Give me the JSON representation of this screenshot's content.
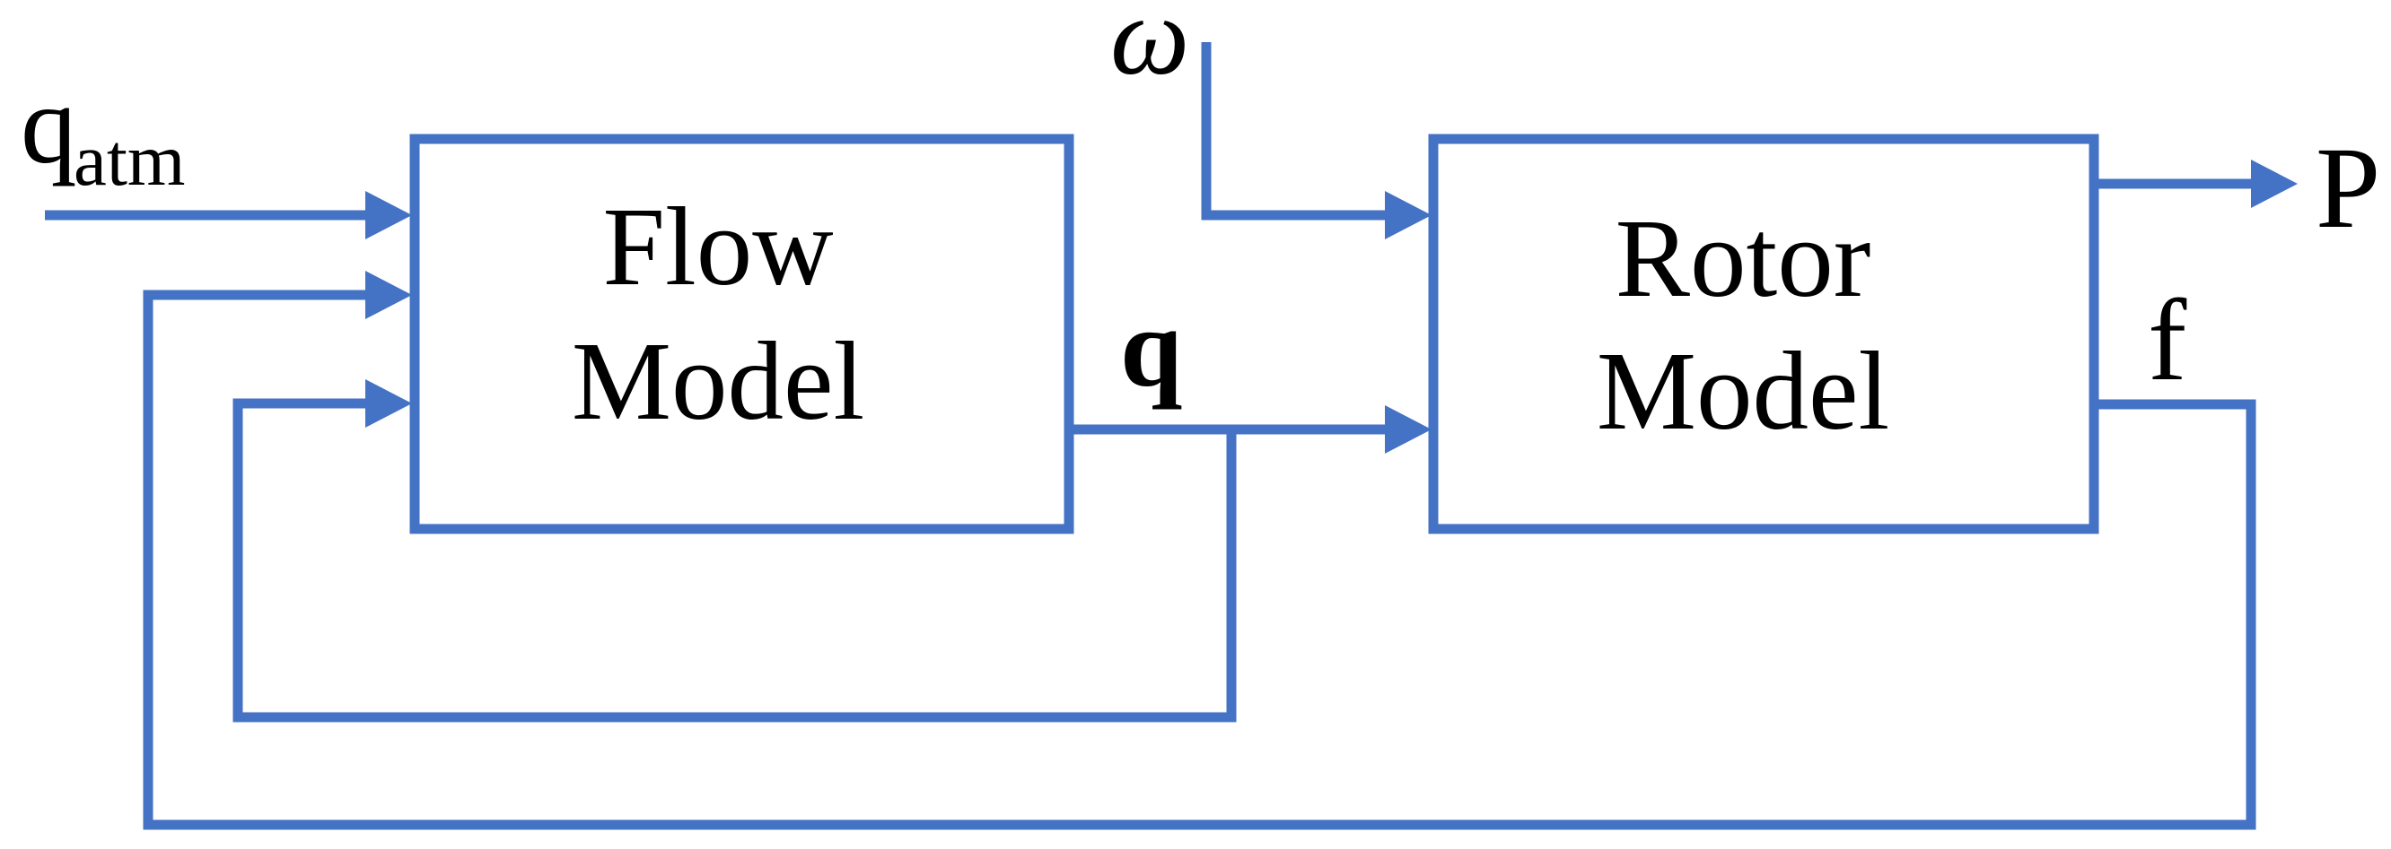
{
  "diagram": {
    "blocks": {
      "flow": {
        "line1": "Flow",
        "line2": "Model"
      },
      "rotor": {
        "line1": "Rotor",
        "line2": "Model"
      }
    },
    "labels": {
      "atm_flow_main": "q",
      "atm_flow_sub": "atm",
      "rotor_speed": "ω",
      "flow_rate": "q",
      "power": "P",
      "force": "f"
    },
    "colors": {
      "line": "#4472C4",
      "text": "#000000",
      "background": "#FFFFFF"
    }
  }
}
